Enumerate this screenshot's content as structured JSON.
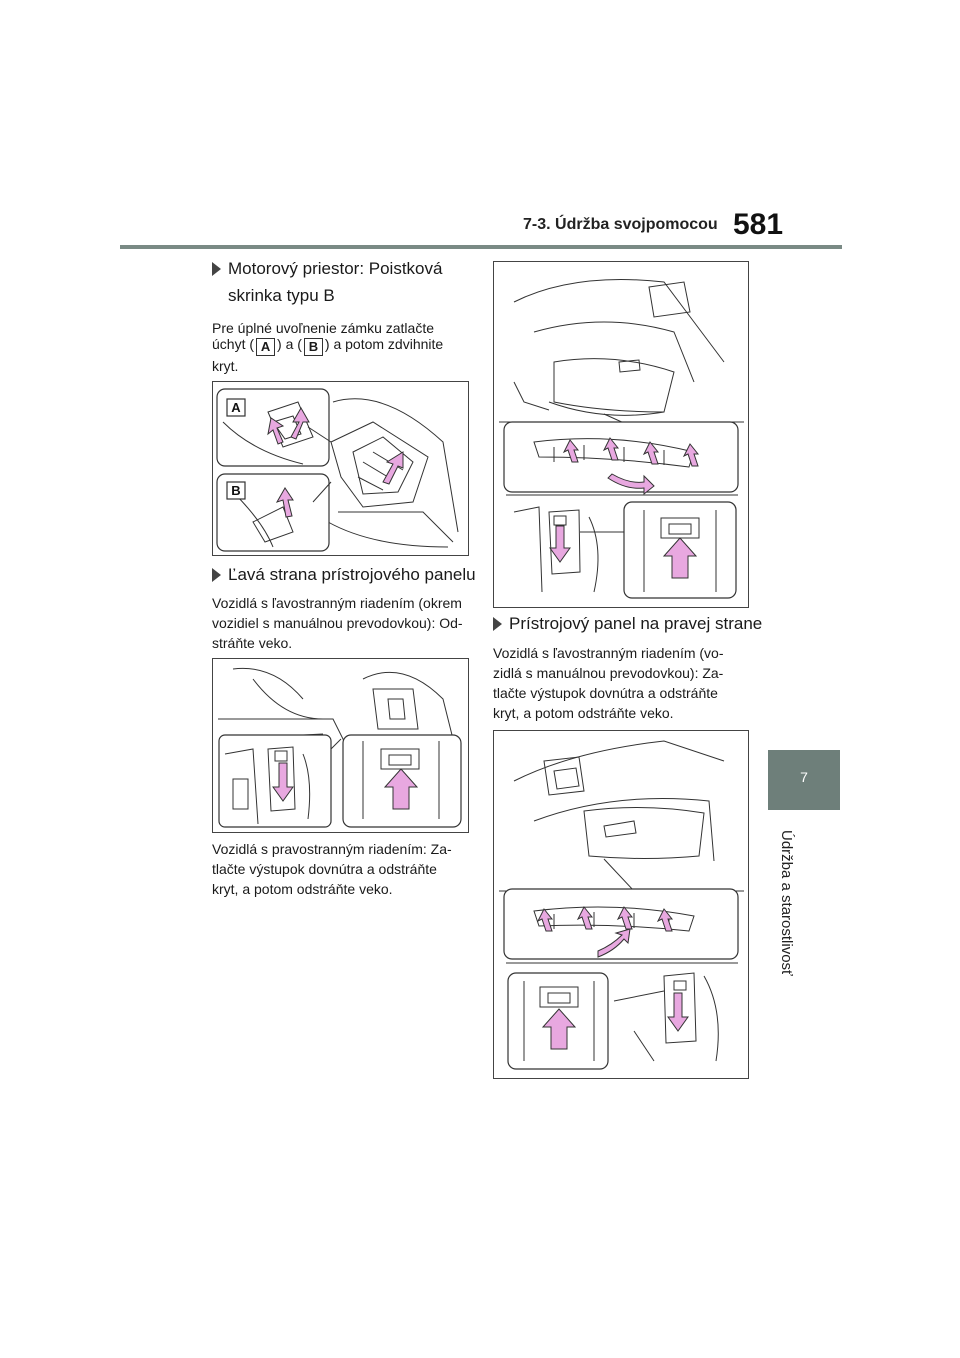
{
  "header": {
    "section": "7-3. Údržba svojpomocou",
    "page_number": "581"
  },
  "side_tab": {
    "number": "7",
    "label": "Údržba a starostlivosť"
  },
  "left": {
    "heading1_line1": "Motorový priestor: Poistková",
    "heading1_line2": "skrinka typu B",
    "para1_line1": "Pre úplné uvoľnenie zámku zatlačte",
    "para1_prefix": "úchyt (",
    "para1_mid": ") a (",
    "para1_suffix": ") a potom zdvihnite",
    "para1_line3": "kryt.",
    "badge_a": "A",
    "badge_b": "B",
    "fig1_label_a": "A",
    "fig1_label_b": "B",
    "heading2": "Ľavá strana prístrojového panelu",
    "para2_line1": "Vozidlá s ľavostranným riadením (okrem",
    "para2_line2": "vozidiel s manuálnou prevodovkou): Od-",
    "para2_line3": "stráňte veko.",
    "para3_line1": "Vozidlá s pravostranným riadením: Za-",
    "para3_line2": "tlačte výstupok dovnútra a odstráňte",
    "para3_line3": "kryt, a potom odstráňte veko."
  },
  "right": {
    "heading3": "Prístrojový panel na pravej strane",
    "para4_line1": "Vozidlá s ľavostranným riadením (vo-",
    "para4_line2": "zidlá s manuálnou prevodovkou): Za-",
    "para4_line3": "tlačte výstupok dovnútra a odstráňte",
    "para4_line4": "kryt, a potom odstráňte veko."
  },
  "colors": {
    "arrow_fill": "#e8a8e0",
    "tab_bg": "#6e7f7a",
    "rule": "#7a8a85"
  }
}
